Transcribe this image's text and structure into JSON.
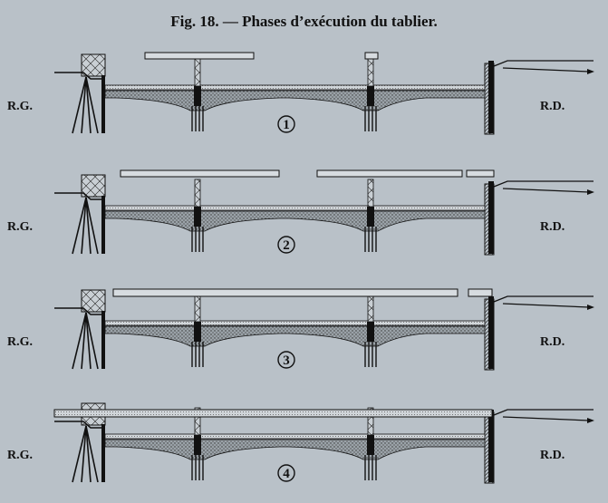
{
  "figure": {
    "title": "Fig. 18. — Phases d’exécution du tablier."
  },
  "labels": {
    "left_bank": "R.G.",
    "right_bank": "R.D."
  },
  "phases": [
    {
      "number": "1"
    },
    {
      "number": "2"
    },
    {
      "number": "3"
    },
    {
      "number": "4"
    }
  ],
  "colors": {
    "background": "#b9c1c8",
    "ink": "#111111",
    "hatch": "#555555"
  }
}
